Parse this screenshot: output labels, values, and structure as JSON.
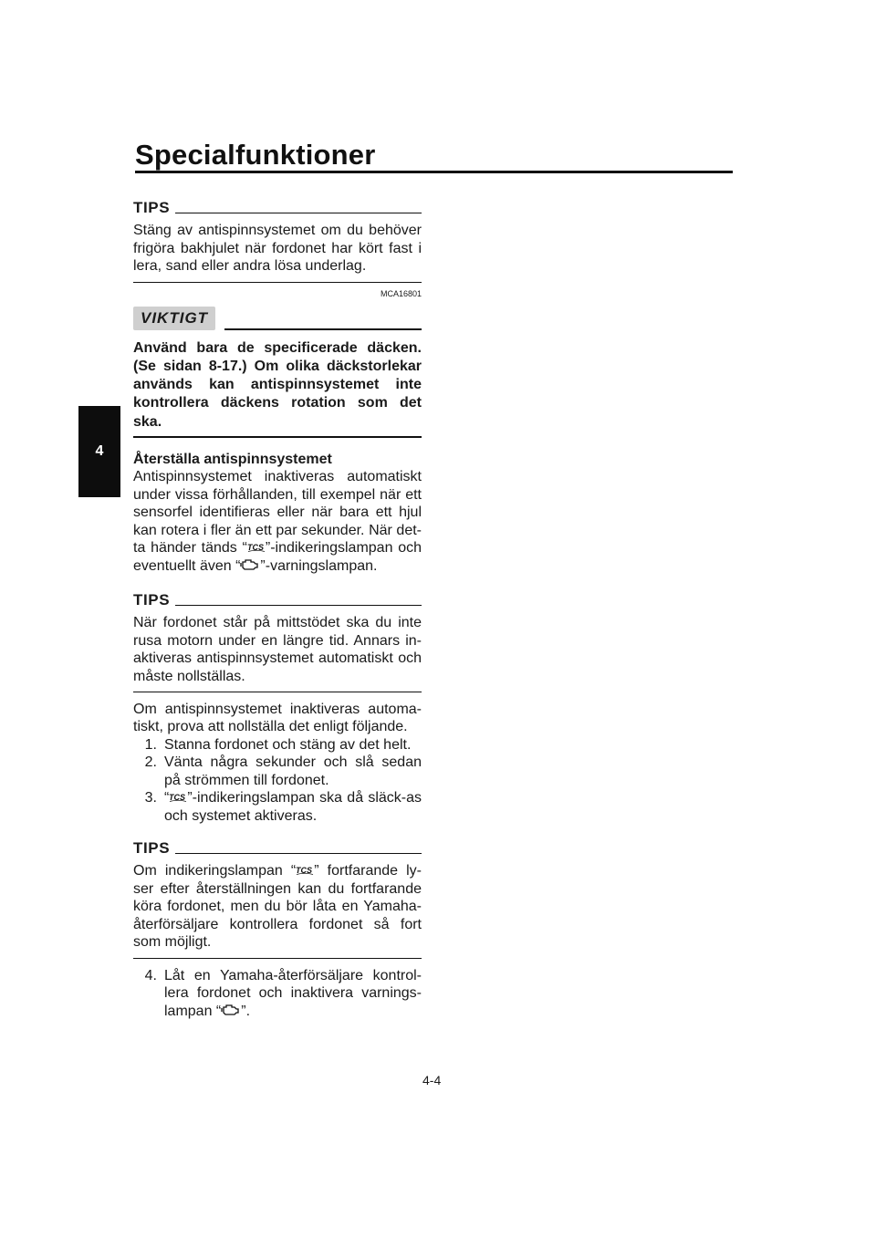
{
  "page": {
    "title": "Specialfunktioner",
    "chapter_tab": "4",
    "page_number": "4-4"
  },
  "tips1": {
    "heading": "TIPS",
    "text": "Stäng av antispinnsystemet om du behöver frigöra bakhjulet när fordonet har kört fast i lera, sand eller andra lösa underlag."
  },
  "notice": {
    "code": "MCA16801",
    "label": "VIKTIGT",
    "text": "Använd bara de specificerade däcken. (Se sidan 8-17.) Om olika däckstorlekar används kan antispinnsystemet inte kontrollera däckens rotation som det ska."
  },
  "reset_section": {
    "heading": "Återställa antispinnsystemet",
    "para_a": "Antispinnsystemet inaktiveras automatiskt under vissa förhållanden, till exempel när ett sensorfel identifieras eller när bara ett hjul kan rotera i fler än ett par sekunder. När det-ta händer tänds “",
    "para_b": "”-indikeringslampan och eventuellt även “",
    "para_c": "”-varningslampan."
  },
  "tips2": {
    "heading": "TIPS",
    "text": "När fordonet står på mittstödet ska du inte rusa motorn under en längre tid. Annars in-aktiveras antispinnsystemet automatiskt och måste nollställas."
  },
  "procedure": {
    "intro": "Om antispinnsystemet inaktiveras automa-tiskt, prova att nollställa det enligt följande.",
    "steps": [
      {
        "n": "1.",
        "text": "Stanna fordonet och stäng av det helt."
      },
      {
        "n": "2.",
        "text": "Vänta några sekunder och slå sedan på strömmen till fordonet."
      },
      {
        "n": "3.",
        "text_a": "“",
        "text_b": "”-indikeringslampan ska då släck-as och systemet aktiveras."
      }
    ]
  },
  "tips3": {
    "heading": "TIPS",
    "text_a": "Om indikeringslampan “",
    "text_b": "” fortfarande ly-ser efter återställningen kan du fortfarande köra fordonet, men du bör låta en Yamaha-återförsäljare kontrollera fordonet så fort som möjligt."
  },
  "step4": {
    "n": "4.",
    "text_a": "Låt en Yamaha-återförsäljare kontrol-lera fordonet och inaktivera varnings-lampan “",
    "text_b": "”."
  },
  "icons": {
    "tcs": "tcs-indicator-icon",
    "engine": "engine-warning-icon"
  }
}
